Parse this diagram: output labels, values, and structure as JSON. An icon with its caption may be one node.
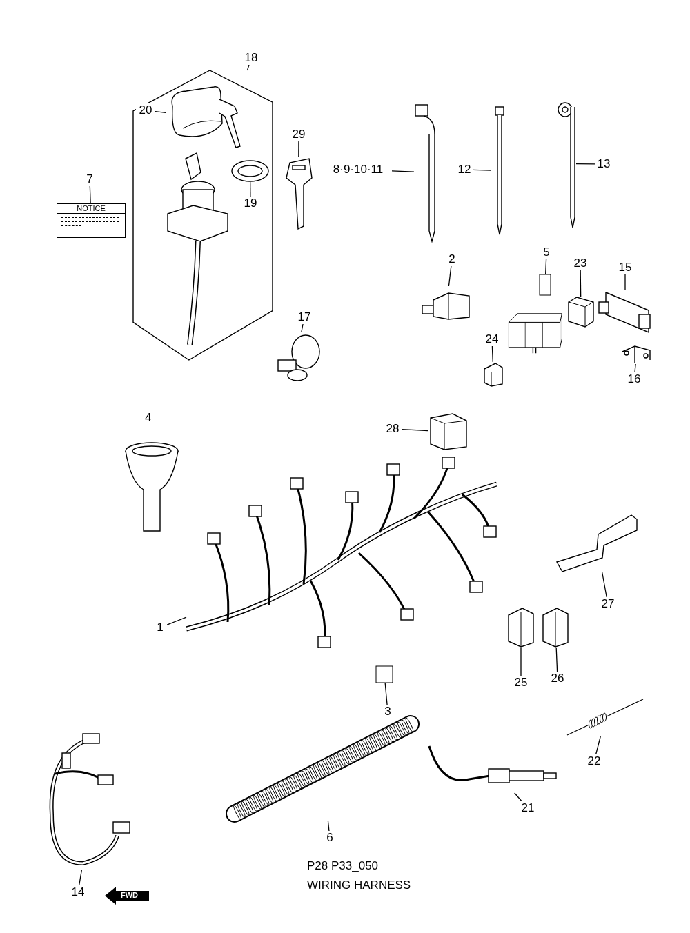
{
  "diagram": {
    "nodes": [
      {
        "text": [
          "18"
        ]
      },
      {
        "text": [],
        "shape": "box"
      },
      {
        "text": [
          "20"
        ],
        "in": 1
      },
      {
        "text": [],
        "shape": "picture",
        "in": 1
      },
      {
        "text": [
          "19"
        ],
        "in": 1
      },
      {
        "text": [],
        "shape": "picture",
        "in": 1
      },
      {
        "text": [
          "7"
        ]
      },
      {
        "text": [
          "NOTICE"
        ]
      },
      {
        "text": [
          "29"
        ]
      },
      {
        "text": [],
        "shape": "picture"
      },
      {
        "text": [
          "8·9·10·11"
        ]
      },
      {
        "text": [],
        "shape": "picture"
      },
      {
        "text": [
          "12"
        ]
      },
      {
        "text": [],
        "shape": "picture"
      },
      {
        "text": [
          "13"
        ]
      },
      {
        "text": [],
        "shape": "picture"
      },
      {
        "text": [
          "2"
        ]
      },
      {
        "text": [],
        "shape": "picture"
      },
      {
        "text": [
          "5"
        ]
      },
      {
        "text": [],
        "shape": "box"
      },
      {
        "text": [
          "23"
        ]
      },
      {
        "text": [],
        "shape": "picture"
      },
      {
        "text": [
          "15"
        ]
      },
      {
        "text": [],
        "shape": "picture"
      },
      {
        "text": [
          "16"
        ]
      },
      {
        "text": [],
        "shape": "picture"
      },
      {
        "text": [
          "24"
        ]
      },
      {
        "text": [],
        "shape": "picture"
      },
      {
        "text": [
          "17"
        ]
      },
      {
        "text": [],
        "shape": "picture"
      },
      {
        "text": [
          "28"
        ]
      },
      {
        "text": [],
        "shape": "picture"
      },
      {
        "text": [],
        "shape": "picture"
      },
      {
        "text": [
          "1"
        ]
      },
      {
        "text": [
          "27"
        ]
      },
      {
        "text": [],
        "shape": "picture"
      },
      {
        "text": [
          "25"
        ]
      },
      {
        "text": [],
        "shape": "picture"
      },
      {
        "text": [
          "26"
        ]
      },
      {
        "text": [],
        "shape": "picture"
      },
      {
        "text": [
          "3"
        ]
      },
      {
        "text": [],
        "shape": "box"
      },
      {
        "text": [
          "14"
        ]
      },
      {
        "text": [],
        "shape": "picture"
      },
      {
        "text": [
          "6"
        ]
      },
      {
        "text": [],
        "shape": "picture"
      },
      {
        "text": [
          "21"
        ]
      },
      {
        "text": [],
        "shape": "picture"
      },
      {
        "text": [
          "22"
        ]
      },
      {
        "text": [],
        "shape": "picture"
      }
    ],
    "edges": [
      {
        "from": 0,
        "to": 1,
        "arrow": "none"
      },
      {
        "from": 2,
        "to": 3,
        "arrow": "none"
      },
      {
        "from": 4,
        "to": 5,
        "arrow": "none"
      },
      {
        "from": 6,
        "to": 7,
        "arrow": "none"
      },
      {
        "from": 8,
        "to": 9,
        "arrow": "none"
      },
      {
        "from": 10,
        "to": 11,
        "arrow": "none"
      },
      {
        "from": 12,
        "to": 13,
        "arrow": "none"
      },
      {
        "from": 14,
        "to": 15,
        "arrow": "none"
      },
      {
        "from": 16,
        "to": 17,
        "arrow": "none"
      },
      {
        "from": 18,
        "to": 19,
        "arrow": "none"
      },
      {
        "from": 20,
        "to": 21,
        "arrow": "none"
      },
      {
        "from": 22,
        "to": 23,
        "arrow": "none"
      },
      {
        "from": 24,
        "to": 25,
        "arrow": "none"
      },
      {
        "from": 26,
        "to": 27,
        "arrow": "none"
      },
      {
        "from": 28,
        "to": 29,
        "arrow": "none"
      },
      {
        "from": 30,
        "to": 31,
        "arrow": "none"
      },
      {
        "from": 33,
        "to": 32,
        "arrow": "none"
      },
      {
        "from": 34,
        "to": 35,
        "arrow": "none"
      },
      {
        "from": 36,
        "to": 37,
        "arrow": "none"
      },
      {
        "from": 38,
        "to": 39,
        "arrow": "none"
      },
      {
        "from": 40,
        "to": 41,
        "arrow": "none"
      },
      {
        "from": 42,
        "to": 43,
        "arrow": "none"
      },
      {
        "from": 44,
        "to": 45,
        "arrow": "none"
      },
      {
        "from": 46,
        "to": 47,
        "arrow": "none"
      },
      {
        "from": 48,
        "to": 49,
        "arrow": "none"
      }
    ],
    "labels": [
      "4",
      "FWD",
      "P28 P33_050",
      "WIRING HARNESS"
    ]
  }
}
